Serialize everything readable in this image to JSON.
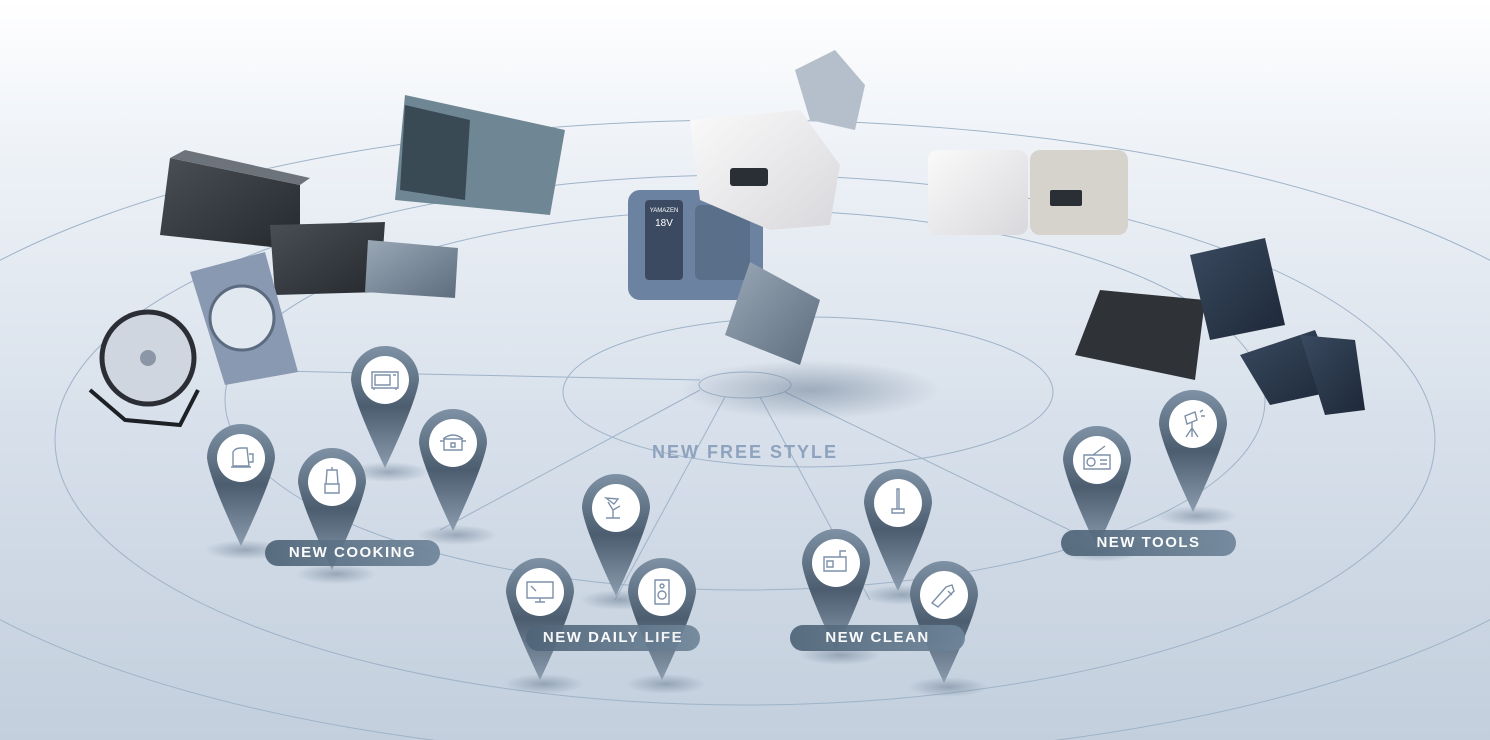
{
  "center_title": "NEW FREE STYLE",
  "categories": [
    {
      "label": "NEW COOKING",
      "pins": [
        "kettle-icon",
        "blender-icon",
        "microwave-icon",
        "rice-cooker-icon"
      ]
    },
    {
      "label": "NEW DAILY LIFE",
      "pins": [
        "desk-lamp-icon",
        "monitor-icon",
        "speaker-icon"
      ]
    },
    {
      "label": "NEW CLEAN",
      "pins": [
        "stick-vacuum-icon",
        "pressure-washer-icon",
        "handheld-vacuum-icon"
      ]
    },
    {
      "label": "NEW TOOLS",
      "pins": [
        "radio-icon",
        "spotlight-icon"
      ]
    }
  ],
  "charger": {
    "brand": "YAMAZEN",
    "voltage": "18V"
  },
  "colors": {
    "pin_dark": "#4a5c6e",
    "pin_light": "#7d90a3",
    "ring": "#9fb3c8",
    "title": "#8ea3bd"
  }
}
